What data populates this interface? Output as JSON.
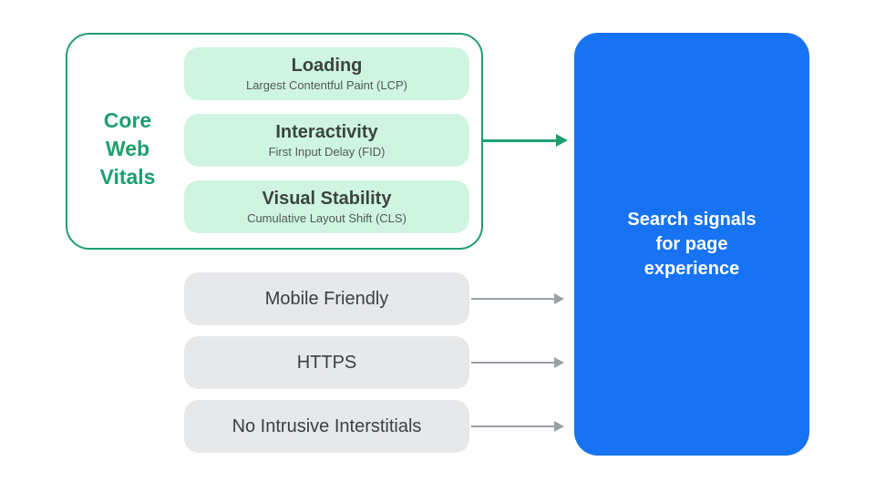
{
  "colors": {
    "green": "#1E9E6F",
    "green_light": "#CFF5E2",
    "blue": "#1773F3",
    "gray_pill": "#E7E8EA",
    "gray_arrow": "#9AA0A6",
    "title_text": "#3B443F",
    "subtitle_text": "#515955",
    "label_text": "#3C4043"
  },
  "core_web_vitals": {
    "label": "Core Web Vitals",
    "items": [
      {
        "title": "Loading",
        "subtitle": "Largest Contentful Paint (LCP)"
      },
      {
        "title": "Interactivity",
        "subtitle": "First Input Delay (FID)"
      },
      {
        "title": "Visual Stability",
        "subtitle": "Cumulative Layout Shift (CLS)"
      }
    ]
  },
  "other_signals": [
    {
      "label": "Mobile Friendly"
    },
    {
      "label": "HTTPS"
    },
    {
      "label": "No Intrusive Interstitials"
    }
  ],
  "result": {
    "label": "Search signals for page experience"
  }
}
